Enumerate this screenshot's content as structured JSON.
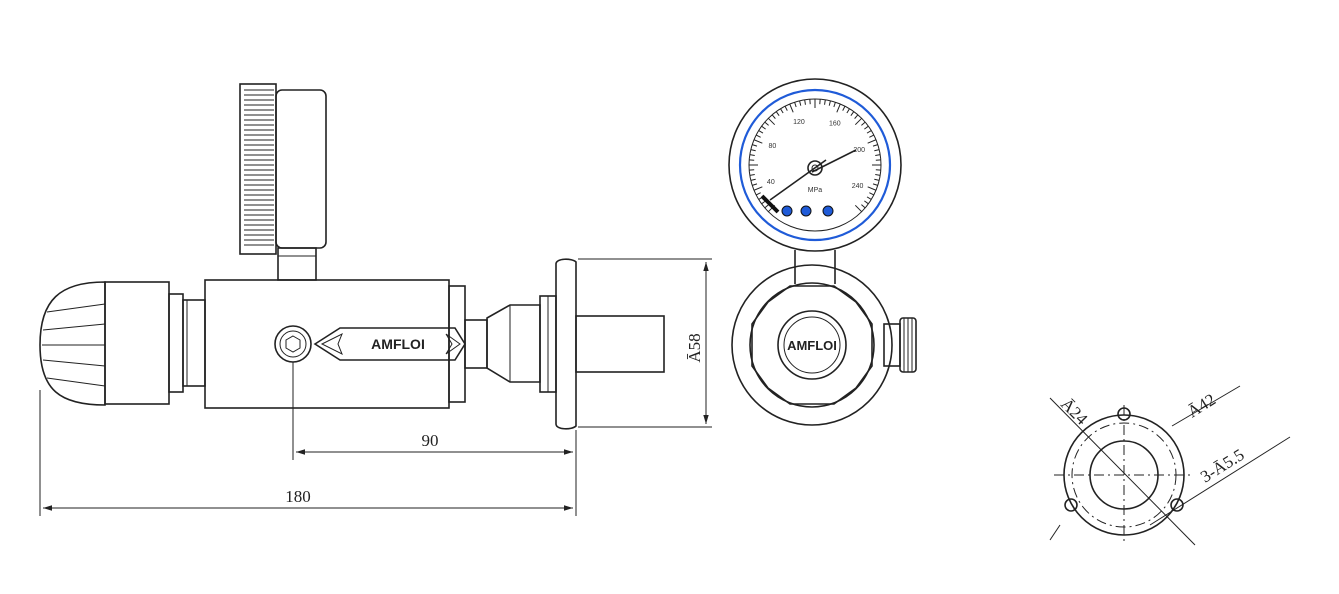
{
  "colors": {
    "accent": "#1f5bd8",
    "line": "#222222",
    "background": "#ffffff"
  },
  "side_view": {
    "brand": "AMFLOI",
    "dim_overall": "180",
    "dim_port": "90",
    "dim_flange_diameter": "Ā58"
  },
  "front_view": {
    "brand": "AMFLOI",
    "gauge_tick_labels": [
      "40",
      "80",
      "120",
      "160",
      "200",
      "240"
    ],
    "gauge_unit": "MPa"
  },
  "flange_view": {
    "dim_inner_diameter": "Ā24",
    "dim_bolt_circle": "Ā42",
    "dim_holes": "3-Ā5.5"
  }
}
